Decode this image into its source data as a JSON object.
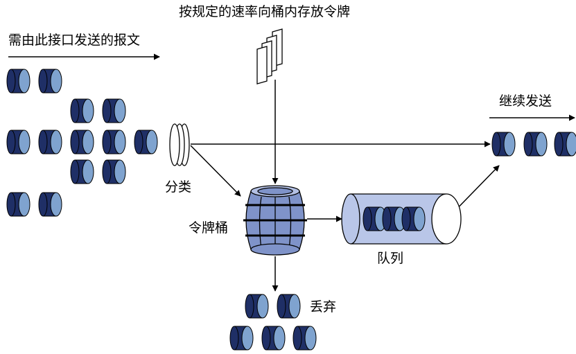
{
  "labels": {
    "incoming": "需由此接口发送的报文",
    "token_rate": "按规定的速率向桶内存放令牌",
    "classify": "分类",
    "token_bucket": "令牌桶",
    "queue": "队列",
    "discard": "丢弃",
    "continue_send": "继续发送"
  },
  "colors": {
    "packet_dark": "#1f2f66",
    "packet_light": "#7fa3cf",
    "bucket_fill": "#7f93c9",
    "queue_fill": "#b9c6e8",
    "line": "#000000"
  }
}
